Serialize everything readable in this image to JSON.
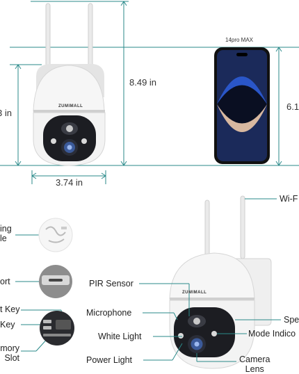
{
  "dimensions": {
    "height_label": "8.49 in",
    "width_label": "3.74 in",
    "left_height_label": "3 in",
    "phone_height_label": "6.1",
    "phone_model": "14pro MAX"
  },
  "brand": "ZUMIMALL",
  "callouts_left": [
    {
      "line1": "ing",
      "line2": "le"
    },
    {
      "line1": "ort",
      "line2": ""
    },
    {
      "line1": "t Key",
      "line2": ""
    },
    {
      "line1": "Key",
      "line2": ""
    },
    {
      "line1": "mory",
      "line2": "Slot"
    }
  ],
  "callouts_right": {
    "wifi": "Wi-F",
    "pir": "PIR Sensor",
    "microphone": "Microphone",
    "speaker": "Spe",
    "white_light": "White Light",
    "mode_indicator": "Mode Indico",
    "power_light": "Power Light",
    "camera_lens_1": "Camera",
    "camera_lens_2": "Lens"
  },
  "colors": {
    "line": "#2a8a8a",
    "camera_white": "#f4f4f4",
    "lens_dark": "#1c1d22"
  }
}
